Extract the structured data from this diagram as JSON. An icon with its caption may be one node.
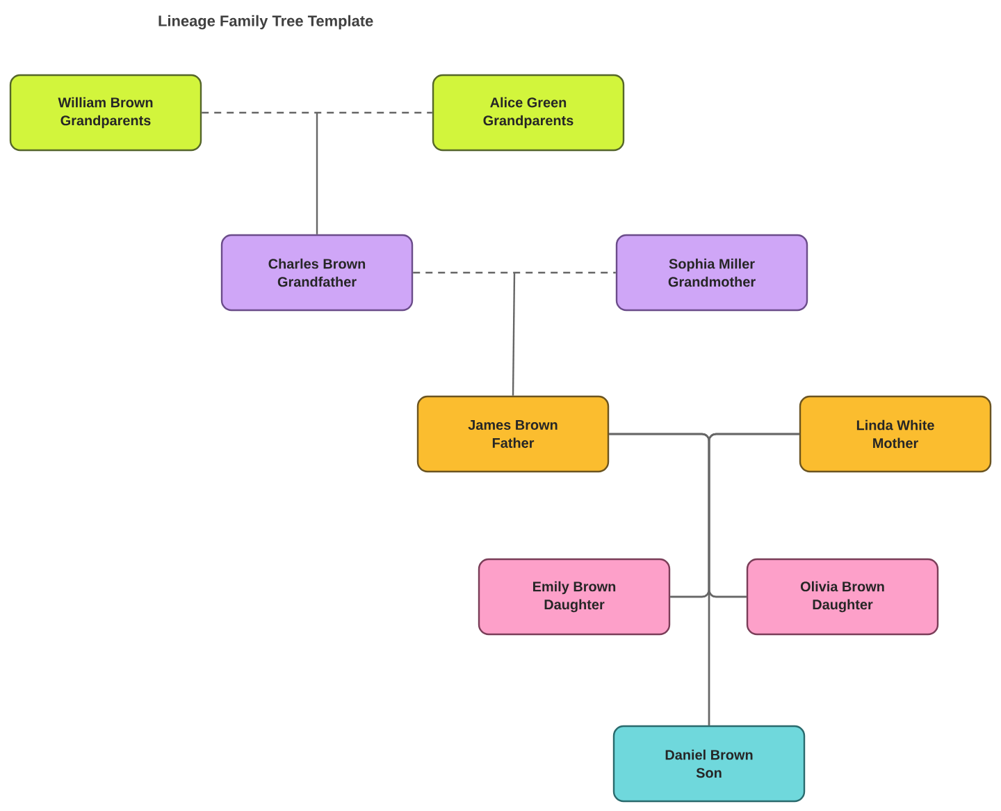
{
  "diagram": {
    "title": "Lineage Family Tree Template",
    "nodes": [
      {
        "text": [
          "William Brown",
          "Grandparents"
        ]
      },
      {
        "text": [
          "Alice Green",
          "Grandparents"
        ]
      },
      {
        "text": [
          "Charles Brown",
          "Grandfather"
        ]
      },
      {
        "text": [
          "Sophia Miller",
          "Grandmother"
        ]
      },
      {
        "text": [
          "James Brown",
          "Father"
        ]
      },
      {
        "text": [
          "Linda White",
          "Mother"
        ]
      },
      {
        "text": [
          "Emily Brown",
          "Daughter"
        ]
      },
      {
        "text": [
          "Olivia Brown",
          "Daughter"
        ]
      },
      {
        "text": [
          "Daniel Brown",
          "Son"
        ]
      }
    ],
    "edges": [
      {
        "from": 0,
        "to": 1,
        "arrow": "none",
        "style": "dashed"
      },
      {
        "from": null,
        "to": 2,
        "arrow": "none"
      },
      {
        "from": 2,
        "to": 3,
        "arrow": "none",
        "style": "dashed"
      },
      {
        "from": null,
        "to": 4,
        "arrow": "none"
      },
      {
        "from": 4,
        "to": 6,
        "arrow": "none"
      },
      {
        "from": 4,
        "to": 7,
        "arrow": "none"
      },
      {
        "from": 4,
        "to": 8,
        "arrow": "none"
      },
      {
        "from": 5,
        "to": 6,
        "arrow": "none"
      },
      {
        "from": 5,
        "to": 7,
        "arrow": "none"
      },
      {
        "from": 5,
        "to": 8,
        "arrow": "none"
      }
    ]
  }
}
